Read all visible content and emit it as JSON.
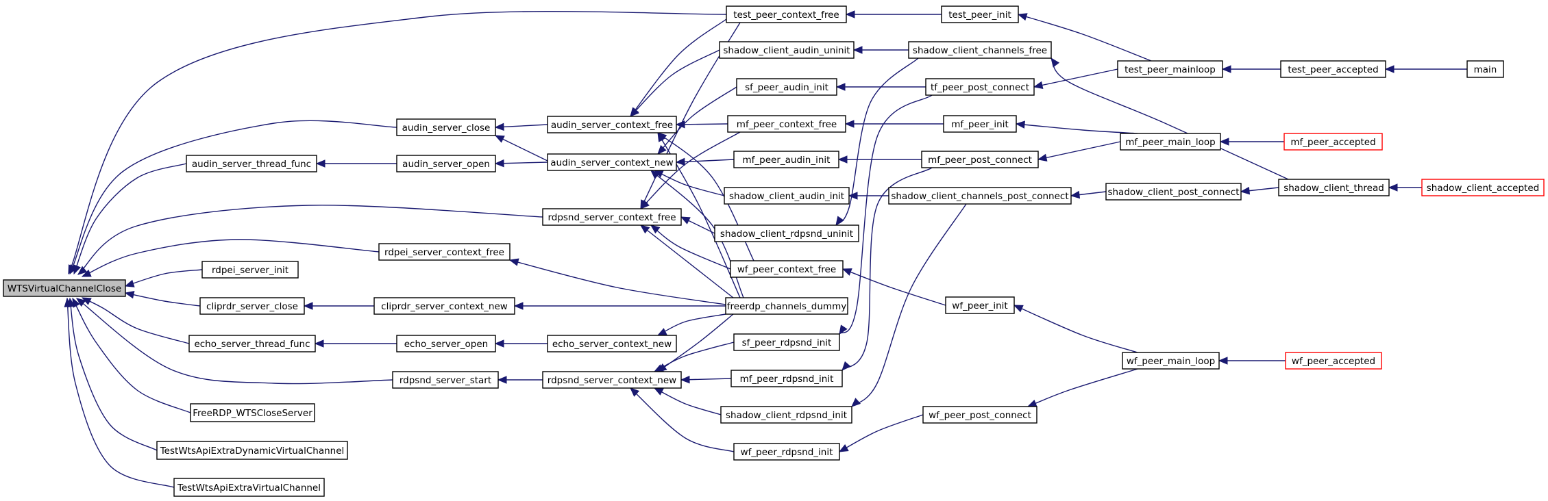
{
  "graph": {
    "type": "caller-graph",
    "edge_color": "#191970",
    "root_fill": "#bfbfbf",
    "truncated_border_color": "#ff0000",
    "nodes": [
      {
        "id": "WTSVirtualChannelClose",
        "label": "WTSVirtualChannelClose",
        "root": true
      },
      {
        "id": "audin_server_thread_func",
        "label": "audin_server_thread_func"
      },
      {
        "id": "audin_server_close",
        "label": "audin_server_close"
      },
      {
        "id": "rdpei_server_context_free",
        "label": "rdpei_server_context_free"
      },
      {
        "id": "rdpei_server_init",
        "label": "rdpei_server_init"
      },
      {
        "id": "cliprdr_server_close",
        "label": "cliprdr_server_close"
      },
      {
        "id": "echo_server_thread_func",
        "label": "echo_server_thread_func"
      },
      {
        "id": "rdpsnd_server_start",
        "label": "rdpsnd_server_start"
      },
      {
        "id": "FreeRDP_WTSCloseServer",
        "label": "FreeRDP_WTSCloseServer"
      },
      {
        "id": "TestWtsApiExtraDynamicVirtualChannel",
        "label": "TestWtsApiExtraDynamicVirtualChannel"
      },
      {
        "id": "TestWtsApiExtraVirtualChannel",
        "label": "TestWtsApiExtraVirtualChannel"
      },
      {
        "id": "audin_server_open",
        "label": "audin_server_open"
      },
      {
        "id": "cliprdr_server_context_new",
        "label": "cliprdr_server_context_new"
      },
      {
        "id": "echo_server_open",
        "label": "echo_server_open"
      },
      {
        "id": "audin_server_context_free",
        "label": "audin_server_context_free"
      },
      {
        "id": "audin_server_context_new",
        "label": "audin_server_context_new"
      },
      {
        "id": "rdpsnd_server_context_free",
        "label": "rdpsnd_server_context_free"
      },
      {
        "id": "echo_server_context_new",
        "label": "echo_server_context_new"
      },
      {
        "id": "rdpsnd_server_context_new",
        "label": "rdpsnd_server_context_new"
      },
      {
        "id": "test_peer_context_free",
        "label": "test_peer_context_free"
      },
      {
        "id": "shadow_client_audin_uninit",
        "label": "shadow_client_audin_uninit"
      },
      {
        "id": "sf_peer_audin_init",
        "label": "sf_peer_audin_init"
      },
      {
        "id": "mf_peer_context_free",
        "label": "mf_peer_context_free"
      },
      {
        "id": "mf_peer_audin_init",
        "label": "mf_peer_audin_init"
      },
      {
        "id": "shadow_client_audin_init",
        "label": "shadow_client_audin_init"
      },
      {
        "id": "shadow_client_rdpsnd_uninit",
        "label": "shadow_client_rdpsnd_uninit"
      },
      {
        "id": "wf_peer_context_free",
        "label": "wf_peer_context_free"
      },
      {
        "id": "freerdp_channels_dummy",
        "label": "freerdp_channels_dummy"
      },
      {
        "id": "sf_peer_rdpsnd_init",
        "label": "sf_peer_rdpsnd_init"
      },
      {
        "id": "mf_peer_rdpsnd_init",
        "label": "mf_peer_rdpsnd_init"
      },
      {
        "id": "shadow_client_rdpsnd_init",
        "label": "shadow_client_rdpsnd_init"
      },
      {
        "id": "wf_peer_rdpsnd_init",
        "label": "wf_peer_rdpsnd_init"
      },
      {
        "id": "test_peer_init",
        "label": "test_peer_init"
      },
      {
        "id": "shadow_client_channels_free",
        "label": "shadow_client_channels_free"
      },
      {
        "id": "tf_peer_post_connect",
        "label": "tf_peer_post_connect"
      },
      {
        "id": "mf_peer_init",
        "label": "mf_peer_init"
      },
      {
        "id": "mf_peer_post_connect",
        "label": "mf_peer_post_connect"
      },
      {
        "id": "shadow_client_channels_post_connect",
        "label": "shadow_client_channels_post_connect"
      },
      {
        "id": "wf_peer_init",
        "label": "wf_peer_init"
      },
      {
        "id": "wf_peer_post_connect",
        "label": "wf_peer_post_connect"
      },
      {
        "id": "test_peer_mainloop",
        "label": "test_peer_mainloop"
      },
      {
        "id": "mf_peer_main_loop",
        "label": "mf_peer_main_loop"
      },
      {
        "id": "shadow_client_post_connect",
        "label": "shadow_client_post_connect"
      },
      {
        "id": "wf_peer_main_loop",
        "label": "wf_peer_main_loop"
      },
      {
        "id": "test_peer_accepted",
        "label": "test_peer_accepted"
      },
      {
        "id": "mf_peer_accepted",
        "label": "mf_peer_accepted",
        "truncated": true
      },
      {
        "id": "shadow_client_thread",
        "label": "shadow_client_thread"
      },
      {
        "id": "wf_peer_accepted",
        "label": "wf_peer_accepted",
        "truncated": true
      },
      {
        "id": "main",
        "label": "main"
      },
      {
        "id": "shadow_client_accepted",
        "label": "shadow_client_accepted",
        "truncated": true
      }
    ],
    "edges": [
      {
        "from": "test_peer_context_free",
        "to": "WTSVirtualChannelClose"
      },
      {
        "from": "audin_server_close",
        "to": "WTSVirtualChannelClose"
      },
      {
        "from": "audin_server_thread_func",
        "to": "WTSVirtualChannelClose"
      },
      {
        "from": "rdpsnd_server_context_free",
        "to": "WTSVirtualChannelClose"
      },
      {
        "from": "rdpei_server_context_free",
        "to": "WTSVirtualChannelClose"
      },
      {
        "from": "rdpei_server_init",
        "to": "WTSVirtualChannelClose"
      },
      {
        "from": "cliprdr_server_close",
        "to": "WTSVirtualChannelClose"
      },
      {
        "from": "echo_server_thread_func",
        "to": "WTSVirtualChannelClose"
      },
      {
        "from": "rdpsnd_server_start",
        "to": "WTSVirtualChannelClose"
      },
      {
        "from": "FreeRDP_WTSCloseServer",
        "to": "WTSVirtualChannelClose"
      },
      {
        "from": "TestWtsApiExtraDynamicVirtualChannel",
        "to": "WTSVirtualChannelClose"
      },
      {
        "from": "TestWtsApiExtraVirtualChannel",
        "to": "WTSVirtualChannelClose"
      },
      {
        "from": "audin_server_open",
        "to": "audin_server_thread_func"
      },
      {
        "from": "audin_server_context_free",
        "to": "audin_server_close"
      },
      {
        "from": "audin_server_context_new",
        "to": "audin_server_close"
      },
      {
        "from": "audin_server_context_new",
        "to": "audin_server_open"
      },
      {
        "from": "freerdp_channels_dummy",
        "to": "rdpei_server_context_free"
      },
      {
        "from": "cliprdr_server_context_new",
        "to": "cliprdr_server_close"
      },
      {
        "from": "freerdp_channels_dummy",
        "to": "cliprdr_server_context_new"
      },
      {
        "from": "echo_server_open",
        "to": "echo_server_thread_func"
      },
      {
        "from": "echo_server_context_new",
        "to": "echo_server_open"
      },
      {
        "from": "rdpsnd_server_context_new",
        "to": "rdpsnd_server_start"
      },
      {
        "from": "test_peer_context_free",
        "to": "audin_server_context_free"
      },
      {
        "from": "shadow_client_audin_uninit",
        "to": "audin_server_context_free"
      },
      {
        "from": "mf_peer_context_free",
        "to": "audin_server_context_free"
      },
      {
        "from": "wf_peer_context_free",
        "to": "audin_server_context_free"
      },
      {
        "from": "freerdp_channels_dummy",
        "to": "audin_server_context_free"
      },
      {
        "from": "sf_peer_audin_init",
        "to": "audin_server_context_new"
      },
      {
        "from": "mf_peer_audin_init",
        "to": "audin_server_context_new"
      },
      {
        "from": "shadow_client_audin_init",
        "to": "audin_server_context_new"
      },
      {
        "from": "freerdp_channels_dummy",
        "to": "audin_server_context_new"
      },
      {
        "from": "test_peer_context_free",
        "to": "rdpsnd_server_context_free"
      },
      {
        "from": "mf_peer_context_free",
        "to": "rdpsnd_server_context_free"
      },
      {
        "from": "shadow_client_rdpsnd_uninit",
        "to": "rdpsnd_server_context_free"
      },
      {
        "from": "wf_peer_context_free",
        "to": "rdpsnd_server_context_free"
      },
      {
        "from": "freerdp_channels_dummy",
        "to": "rdpsnd_server_context_free"
      },
      {
        "from": "freerdp_channels_dummy",
        "to": "echo_server_context_new"
      },
      {
        "from": "sf_peer_rdpsnd_init",
        "to": "rdpsnd_server_context_new"
      },
      {
        "from": "mf_peer_rdpsnd_init",
        "to": "rdpsnd_server_context_new"
      },
      {
        "from": "shadow_client_rdpsnd_init",
        "to": "rdpsnd_server_context_new"
      },
      {
        "from": "wf_peer_rdpsnd_init",
        "to": "rdpsnd_server_context_new"
      },
      {
        "from": "freerdp_channels_dummy",
        "to": "rdpsnd_server_context_new"
      },
      {
        "from": "test_peer_init",
        "to": "test_peer_context_free"
      },
      {
        "from": "shadow_client_channels_free",
        "to": "shadow_client_audin_uninit"
      },
      {
        "from": "shadow_client_channels_free",
        "to": "shadow_client_rdpsnd_uninit"
      },
      {
        "from": "tf_peer_post_connect",
        "to": "sf_peer_audin_init"
      },
      {
        "from": "tf_peer_post_connect",
        "to": "sf_peer_rdpsnd_init"
      },
      {
        "from": "mf_peer_init",
        "to": "mf_peer_context_free"
      },
      {
        "from": "mf_peer_post_connect",
        "to": "mf_peer_audin_init"
      },
      {
        "from": "mf_peer_post_connect",
        "to": "mf_peer_rdpsnd_init"
      },
      {
        "from": "shadow_client_channels_post_connect",
        "to": "shadow_client_audin_init"
      },
      {
        "from": "shadow_client_channels_post_connect",
        "to": "shadow_client_rdpsnd_init"
      },
      {
        "from": "wf_peer_init",
        "to": "wf_peer_context_free"
      },
      {
        "from": "wf_peer_post_connect",
        "to": "wf_peer_rdpsnd_init"
      },
      {
        "from": "test_peer_mainloop",
        "to": "test_peer_init"
      },
      {
        "from": "test_peer_mainloop",
        "to": "tf_peer_post_connect"
      },
      {
        "from": "shadow_client_thread",
        "to": "shadow_client_channels_free"
      },
      {
        "from": "mf_peer_main_loop",
        "to": "mf_peer_init"
      },
      {
        "from": "mf_peer_main_loop",
        "to": "mf_peer_post_connect"
      },
      {
        "from": "shadow_client_post_connect",
        "to": "shadow_client_channels_post_connect"
      },
      {
        "from": "wf_peer_main_loop",
        "to": "wf_peer_init"
      },
      {
        "from": "wf_peer_main_loop",
        "to": "wf_peer_post_connect"
      },
      {
        "from": "test_peer_accepted",
        "to": "test_peer_mainloop"
      },
      {
        "from": "mf_peer_accepted",
        "to": "mf_peer_main_loop"
      },
      {
        "from": "shadow_client_thread",
        "to": "shadow_client_post_connect"
      },
      {
        "from": "wf_peer_accepted",
        "to": "wf_peer_main_loop"
      },
      {
        "from": "main",
        "to": "test_peer_accepted"
      },
      {
        "from": "shadow_client_accepted",
        "to": "shadow_client_thread"
      }
    ]
  }
}
